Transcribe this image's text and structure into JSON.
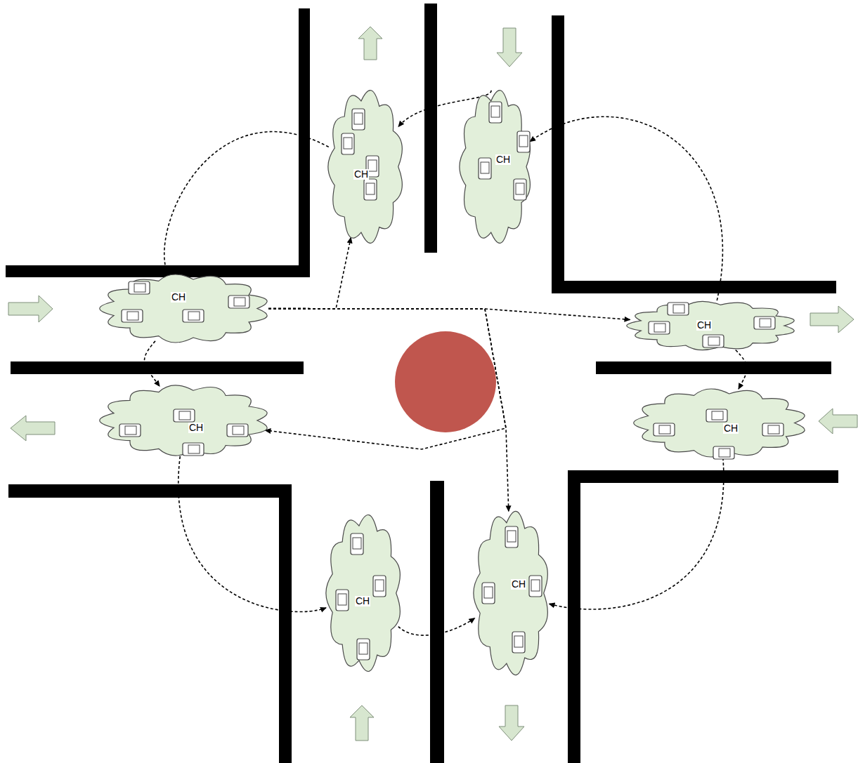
{
  "diagram": {
    "nodes": [
      {
        "text": [
          "CH"
        ]
      },
      {
        "text": [
          "CH"
        ]
      },
      {
        "text": [
          "CH"
        ]
      },
      {
        "text": [
          "CH"
        ]
      },
      {
        "text": [
          "CH"
        ]
      },
      {
        "text": [
          "CH"
        ]
      },
      {
        "text": [
          "CH"
        ]
      },
      {
        "text": [
          "CH"
        ]
      }
    ],
    "edges": [
      {
        "from": 1,
        "to": 0,
        "arrow": "to"
      },
      {
        "from": 3,
        "to": 1,
        "arrow": "to"
      },
      {
        "from": 0,
        "to": 2,
        "arrow": "to"
      },
      {
        "from": 2,
        "to": 4,
        "arrow": "to"
      },
      {
        "from": 2,
        "to": 0,
        "arrow": "to"
      },
      {
        "from": 2,
        "to": 3,
        "arrow": "to"
      },
      {
        "from": 2,
        "to": 7,
        "arrow": "to"
      },
      {
        "from": 2,
        "to": 4,
        "arrow": "to"
      },
      {
        "from": 5,
        "to": 7,
        "arrow": "to"
      },
      {
        "from": 4,
        "to": 6,
        "arrow": "to"
      },
      {
        "from": 6,
        "to": 7,
        "arrow": "to"
      },
      {
        "from": 3,
        "to": 5,
        "arrow": "to"
      }
    ]
  }
}
